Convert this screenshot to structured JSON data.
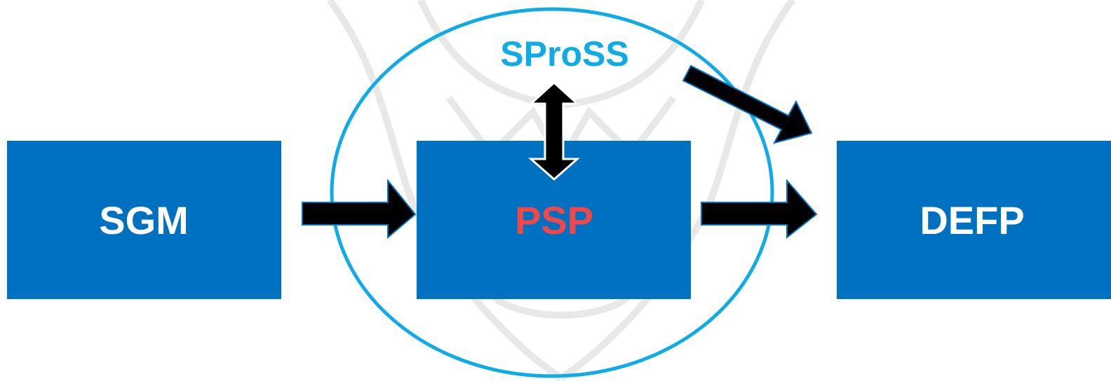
{
  "diagram": {
    "nodes": {
      "sgm": {
        "label": "SGM",
        "text_color": "#ffffff"
      },
      "psp": {
        "label": "PSP",
        "text_color": "#f0474a"
      },
      "defp": {
        "label": "DEFP",
        "text_color": "#ffffff"
      },
      "spross": {
        "label": "SProSS",
        "text_color": "#0fabe6"
      }
    },
    "colors": {
      "box_fill": "#0070c0",
      "ellipse_stroke": "#0fabe6",
      "arrow_fill": "#000000",
      "arrow_outline": "#0070c0",
      "watermark": "#e9e9e9"
    },
    "edges": [
      {
        "from": "sgm",
        "to": "psp",
        "direction": "forward"
      },
      {
        "from": "psp",
        "to": "defp",
        "direction": "forward"
      },
      {
        "from": "psp",
        "to": "spross",
        "direction": "both"
      },
      {
        "from": "spross",
        "to": "defp",
        "direction": "forward"
      }
    ]
  }
}
